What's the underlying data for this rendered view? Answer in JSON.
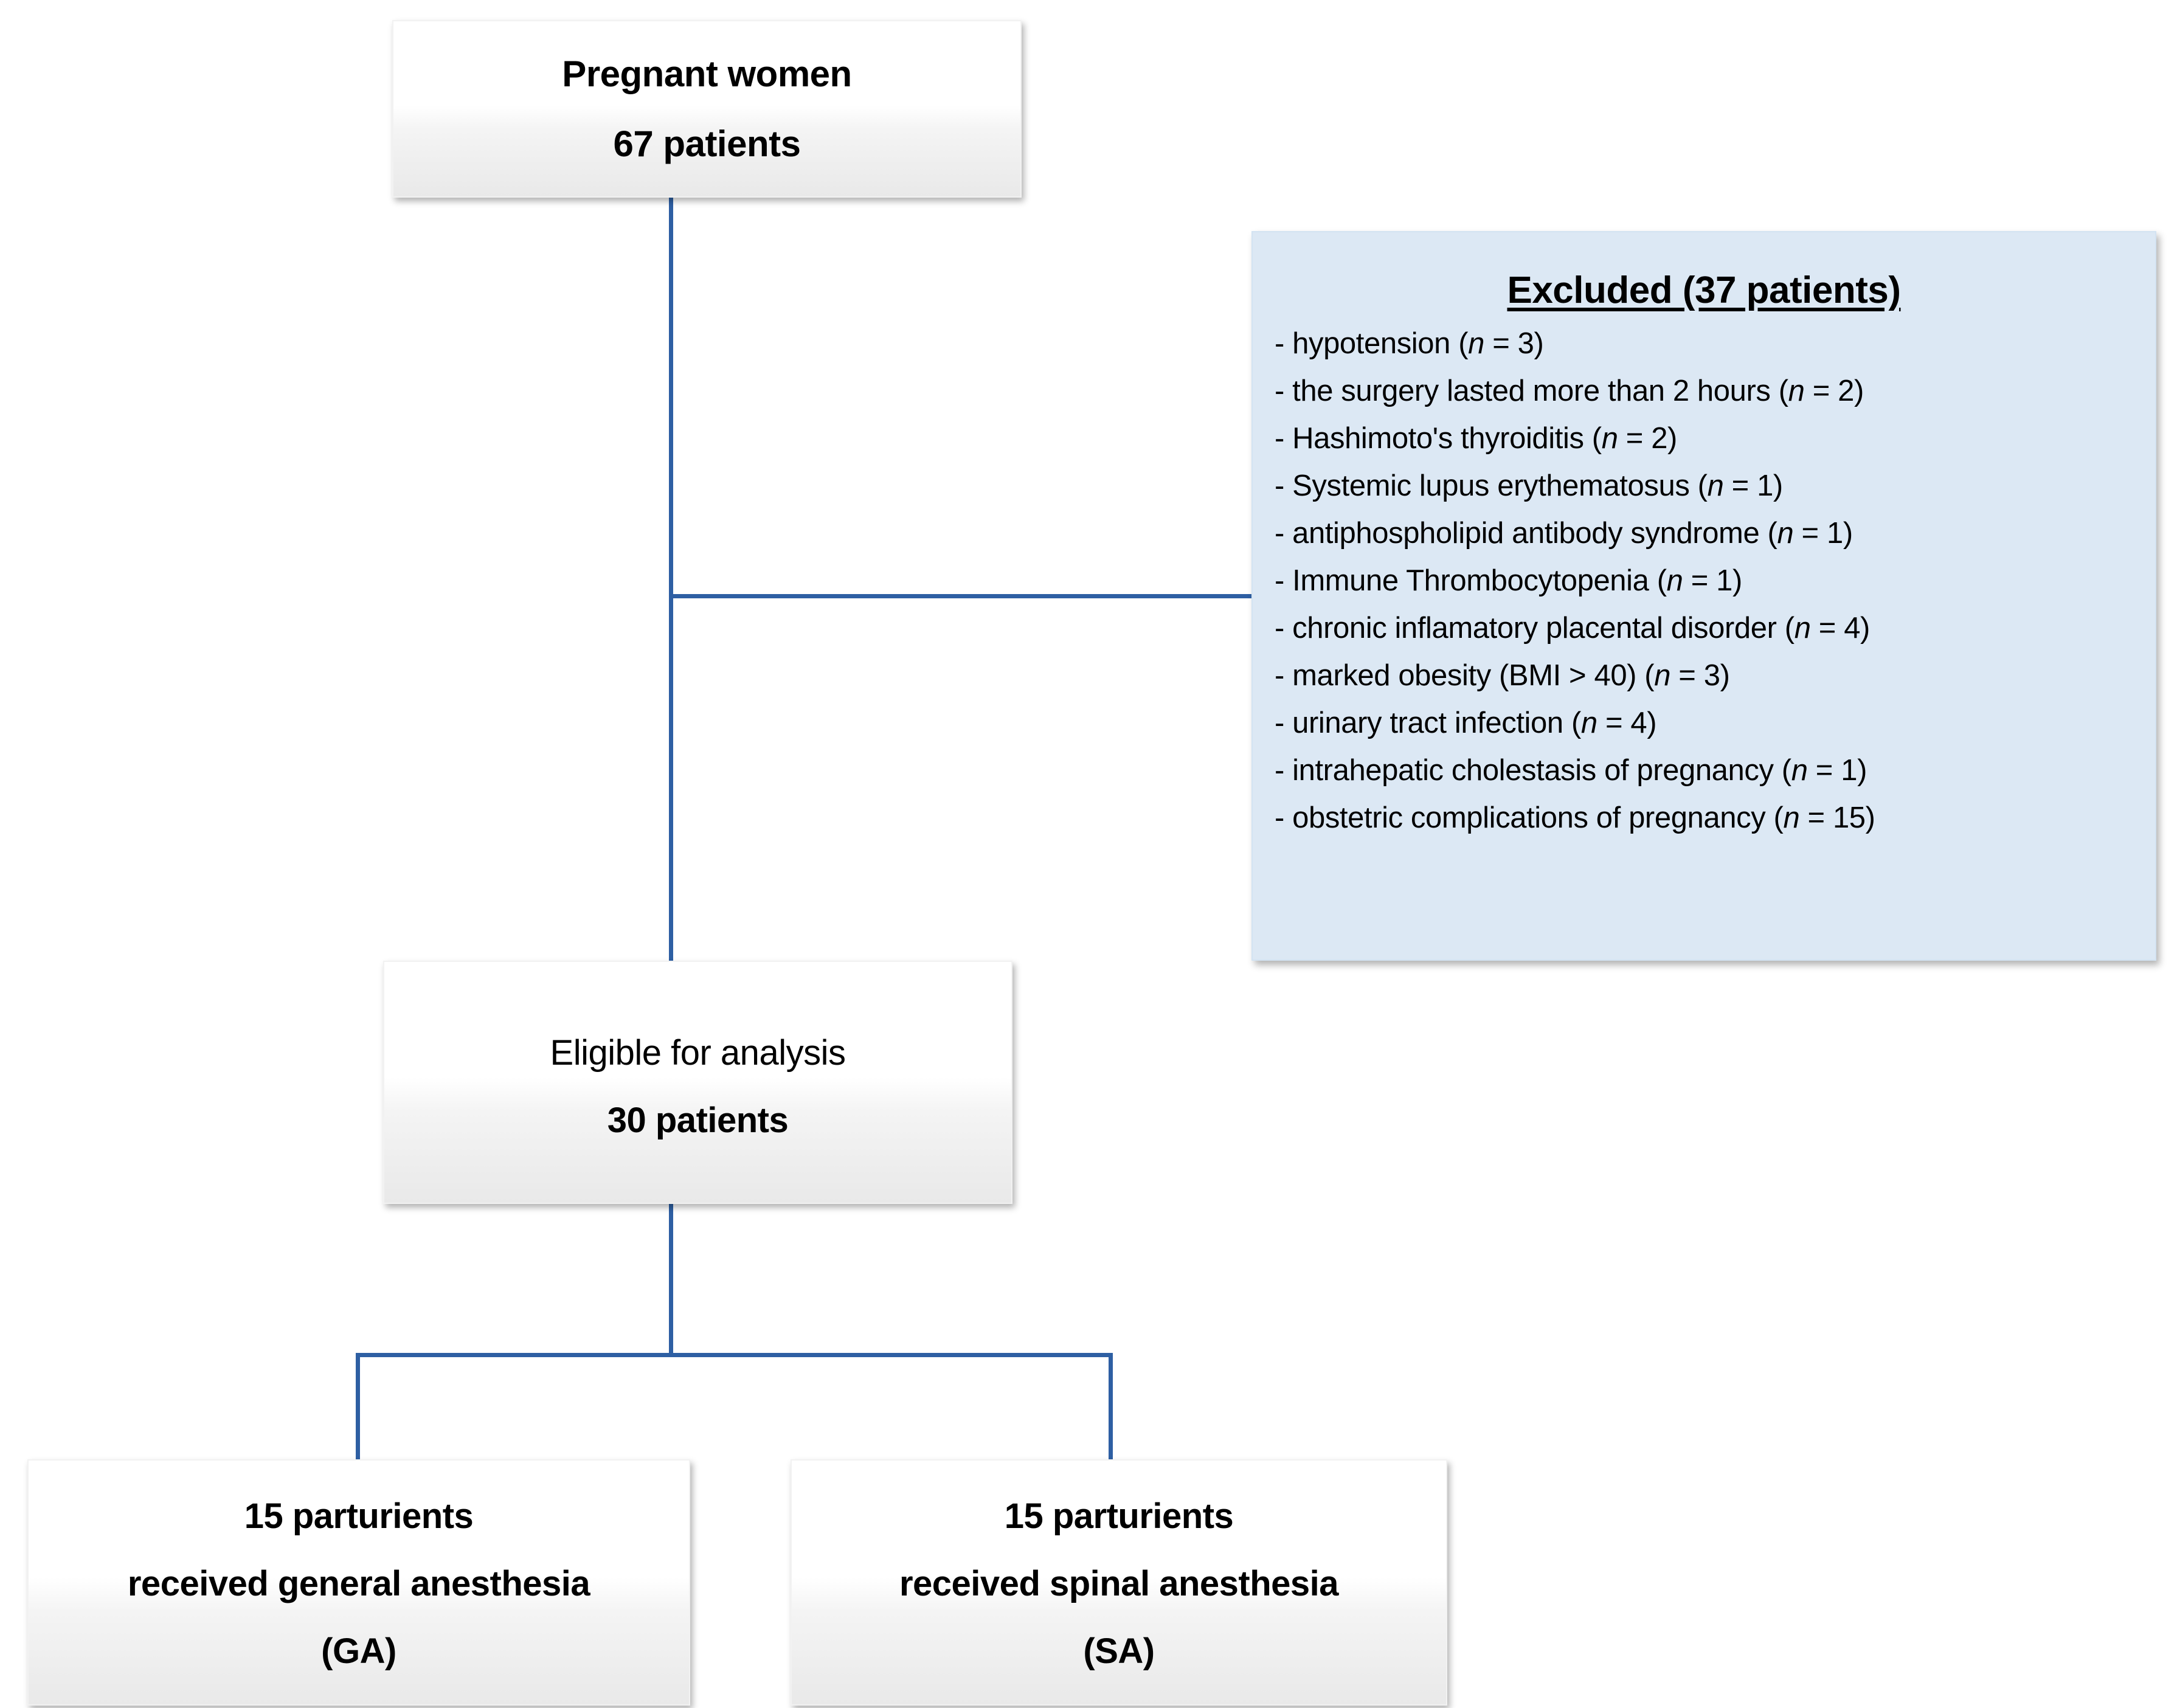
{
  "diagram": {
    "type": "patient-flow-diagram",
    "accent_line_color": "#2e5fa3",
    "excluded_panel_color": "#dce8f4",
    "nodes": {
      "top": {
        "line1": "Pregnant women",
        "line2": "67 patients"
      },
      "eligible": {
        "line1": "Eligible for analysis",
        "line2": "30 patients"
      },
      "ga": {
        "line1": "15 parturients",
        "line2": "received general anesthesia",
        "line3": "(GA)"
      },
      "sa": {
        "line1": "15 parturients",
        "line2": "received spinal anesthesia",
        "line3": "(SA)"
      }
    },
    "excluded": {
      "title": "Excluded (37 patients)",
      "items": [
        {
          "prefix": "- hypotension (",
          "n_symbol": "n",
          "suffix": " = 3)"
        },
        {
          "prefix": "- the surgery lasted more than 2 hours (",
          "n_symbol": "n",
          "suffix": " = 2)"
        },
        {
          "prefix": "- Hashimoto's thyroiditis (",
          "n_symbol": "n",
          "suffix": " = 2)"
        },
        {
          "prefix": "- Systemic lupus erythematosus  (",
          "n_symbol": "n",
          "suffix": " = 1)"
        },
        {
          "prefix": "- antiphospholipid antibody syndrome (",
          "n_symbol": "n",
          "suffix": " = 1)"
        },
        {
          "prefix": "- Immune Thrombocytopenia (",
          "n_symbol": "n",
          "suffix": " = 1)"
        },
        {
          "prefix": "- chronic inflamatory placental disorder (",
          "n_symbol": "n",
          "suffix": " = 4)"
        },
        {
          "prefix": "- marked obesity (BMI > 40) (",
          "n_symbol": "n",
          "suffix": " = 3)"
        },
        {
          "prefix": "- urinary tract infection (",
          "n_symbol": "n",
          "suffix": " = 4)"
        },
        {
          "prefix": "- intrahepatic cholestasis of pregnancy (",
          "n_symbol": "n",
          "suffix": " = 1)"
        },
        {
          "prefix": "- obstetric complications of pregnancy (",
          "n_symbol": "n",
          "suffix": " = 15)"
        }
      ]
    }
  }
}
